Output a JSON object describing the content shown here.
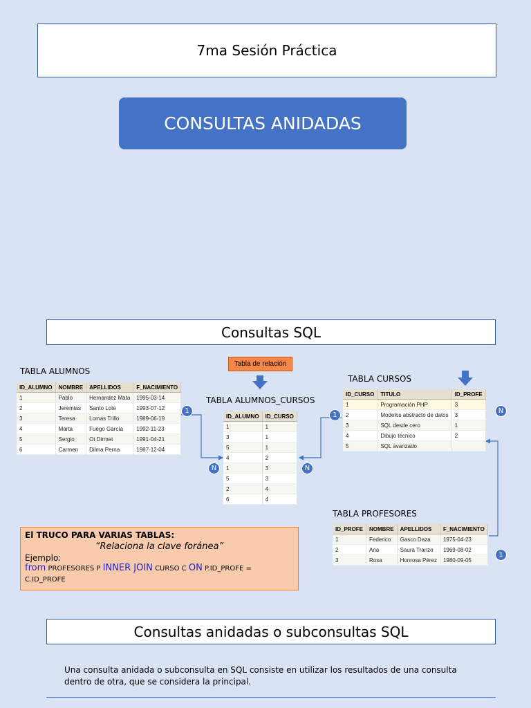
{
  "titles": {
    "session": "7ma Sesión Práctica",
    "banner": "CONSULTAS ANIDADAS",
    "sql": "Consultas SQL",
    "nested": "Consultas anidadas o subconsultas SQL"
  },
  "relation_label": "Tabla de relación",
  "alumnos": {
    "label": "TABLA ALUMNOS",
    "headers": [
      "ID_ALUMNO",
      "NOMBRE",
      "APELLIDOS",
      "F_NACIMIENTO"
    ],
    "rows": [
      [
        "1",
        "Pablo",
        "Hernandez Mata",
        "1995-03-14"
      ],
      [
        "2",
        "Jeremias",
        "Santo Lote",
        "1993-07-12"
      ],
      [
        "3",
        "Teresa",
        "Lomas Trillo",
        "1989-06-19"
      ],
      [
        "4",
        "Marta",
        "Fuego García",
        "1992-11-23"
      ],
      [
        "5",
        "Sergio",
        "Ot Dirmet",
        "1991-04-21"
      ],
      [
        "6",
        "Carmen",
        "Dilma Perna",
        "1987-12-04"
      ]
    ]
  },
  "alumnos_cursos": {
    "label": "TABLA ALUMNOS_CURSOS",
    "headers": [
      "ID_ALUMNO",
      "ID_CURSO"
    ],
    "rows": [
      [
        "1",
        "1"
      ],
      [
        "3",
        "1"
      ],
      [
        "5",
        "1"
      ],
      [
        "4",
        "2"
      ],
      [
        "1",
        "3"
      ],
      [
        "5",
        "3"
      ],
      [
        "2",
        "4"
      ],
      [
        "6",
        "4"
      ]
    ]
  },
  "cursos": {
    "label": "TABLA CURSOS",
    "headers": [
      "ID_CURSO",
      "TITULO",
      "ID_PROFE"
    ],
    "rows": [
      [
        "1",
        "Programación PHP",
        "3"
      ],
      [
        "2",
        "Modelos abstracto de datos",
        "3"
      ],
      [
        "3",
        "SQL desde cero",
        "1"
      ],
      [
        "4",
        "Dibujo técnico",
        "2"
      ],
      [
        "5",
        "SQL avanzado",
        ""
      ]
    ]
  },
  "profesores": {
    "label": "TABLA PROFESORES",
    "headers": [
      "ID_PROFE",
      "NOMBRE",
      "APELLIDOS",
      "F_NACIMIENTO"
    ],
    "rows": [
      [
        "1",
        "Federico",
        "Gasco Daza",
        "1975-04-23"
      ],
      [
        "2",
        "Ana",
        "Saura Tranzo",
        "1969-08-02"
      ],
      [
        "3",
        "Rosa",
        "Honrosa Pérez",
        "1980-09-05"
      ]
    ]
  },
  "markers": {
    "one": "1",
    "many": "N"
  },
  "tip": {
    "heading": "El TRUCO PARA VARIAS TABLAS:",
    "quote": "“Relaciona la clave foránea”",
    "example": "Ejemplo:",
    "kw_from": "from",
    "part1": " PROFESORES P ",
    "kw_join": "INNER JOIN",
    "part2": " CURSO C ",
    "kw_on": "ON",
    "part3": " P.ID_PROFE = C.ID_PROFE"
  },
  "paragraph": "Una consulta anidada o subconsulta en SQL consiste en utilizar los resultados de una consulta dentro de otra, que se considera la principal.",
  "colors": {
    "background": "#dae3f3",
    "accent": "#4472c4",
    "tip_bg": "#f8cbad",
    "relation_bg": "#f4874b"
  }
}
